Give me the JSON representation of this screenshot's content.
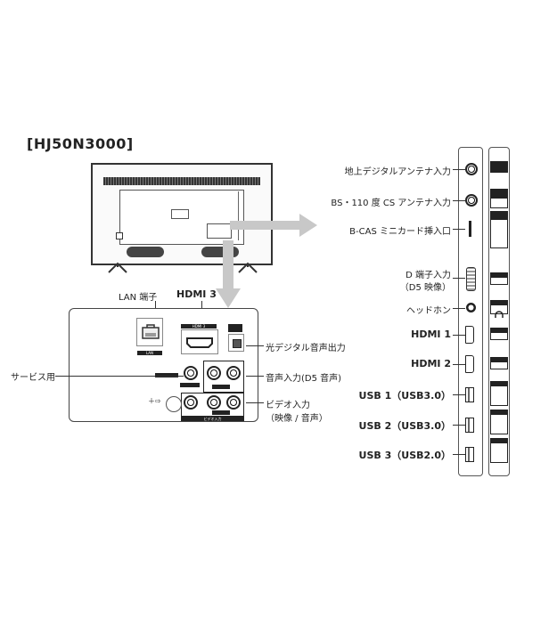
{
  "title": "[HJ50N3000]",
  "panel_labels": {
    "lan": "LAN 端子",
    "hdmi3": "HDMI 3",
    "service": "サービス用",
    "optical": "光デジタル音声出力",
    "audio_in": "音声入力(D5 音声)",
    "video_in_line1": "ビデオ入力",
    "video_in_line2": "（映像 / 音声）",
    "plug_marker": "＋⇨",
    "lan_tag": "LAN",
    "hdmi_tag": "HDMI 3",
    "video_tag": "ビデオ入力"
  },
  "side_labels": [
    {
      "id": "terrestrial",
      "text": "地上デジタルアンテナ入力",
      "bold": false
    },
    {
      "id": "bs-cs",
      "text": "BS・110 度 CS アンテナ入力",
      "bold": false
    },
    {
      "id": "bcas",
      "text": "B-CAS ミニカード挿入口",
      "bold": false
    },
    {
      "id": "d-terminal",
      "text": "D 端子入力",
      "bold": false
    },
    {
      "id": "d-terminal-sub",
      "text": "（D5 映像）",
      "bold": false
    },
    {
      "id": "headphone",
      "text": "ヘッドホン",
      "bold": false
    },
    {
      "id": "hdmi1",
      "text": "HDMI 1",
      "bold": true
    },
    {
      "id": "hdmi2",
      "text": "HDMI 2",
      "bold": true
    },
    {
      "id": "usb1",
      "text": "USB 1（USB3.0）",
      "bold": true
    },
    {
      "id": "usb2",
      "text": "USB 2（USB3.0）",
      "bold": true
    },
    {
      "id": "usb3",
      "text": "USB 3（USB2.0）",
      "bold": true
    }
  ],
  "colors": {
    "line": "#333333",
    "arrow": "#c8c8c8",
    "dark": "#222222"
  }
}
